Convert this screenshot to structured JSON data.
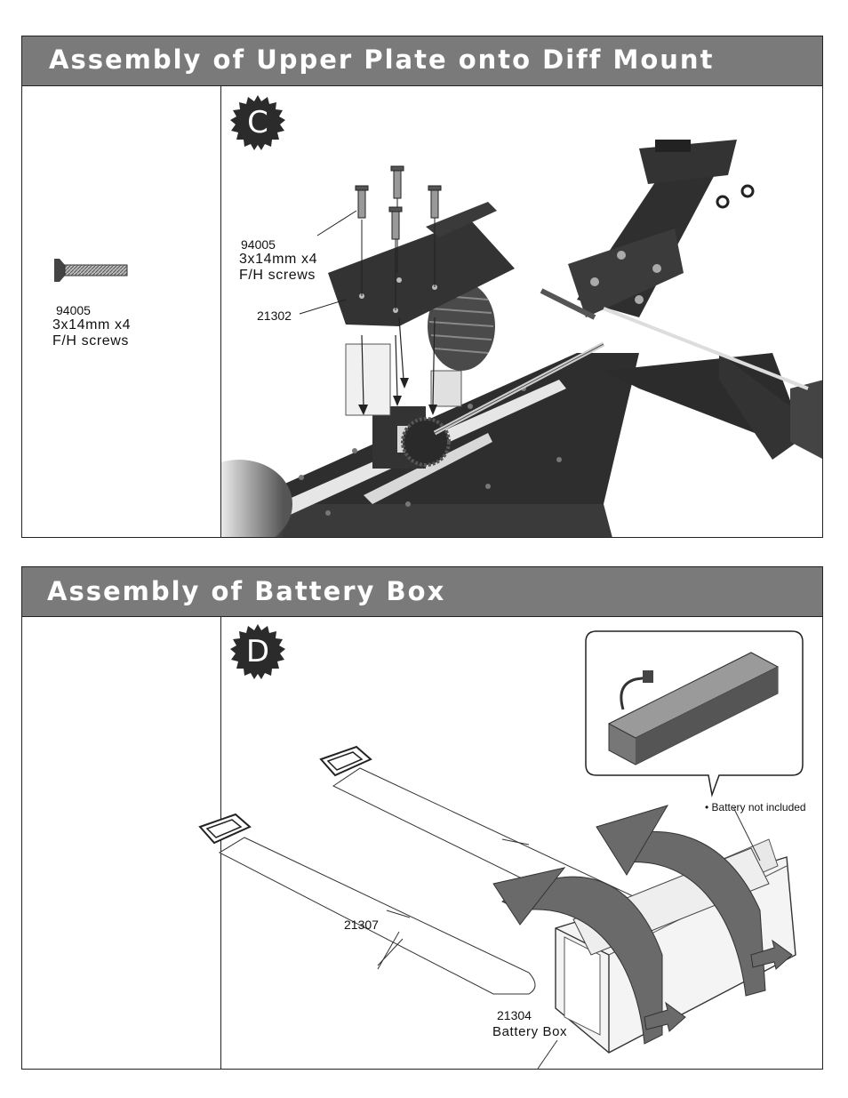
{
  "section_c": {
    "title": "Assembly of  Upper Plate onto Diff Mount",
    "step_letter": "C",
    "parts_list": {
      "part_no": "94005",
      "size": "3x14mm x4",
      "name": "F/H screws"
    },
    "callouts": {
      "screw_part_no": "94005",
      "screw_size": "3x14mm x4",
      "screw_name": "F/H screws",
      "plate_part_no": "21302"
    }
  },
  "section_d": {
    "title": "Assembly of Battery Box",
    "step_letter": "D",
    "callouts": {
      "strap_part_no": "21307",
      "box_part_no": "21304",
      "box_name": "Battery  Box",
      "battery_note": "• Battery not included"
    }
  },
  "icons": [
    "flat-head-screw-icon",
    "step-badge-icon",
    "arrow-icon"
  ]
}
